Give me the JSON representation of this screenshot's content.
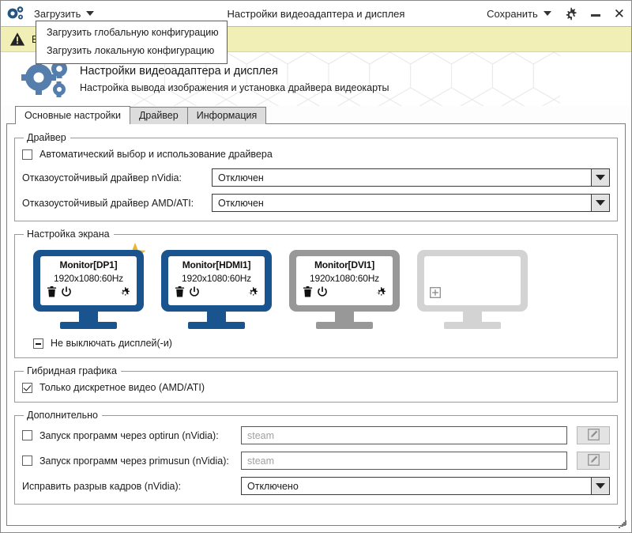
{
  "titlebar": {
    "app_icon": "gears-icon",
    "load_menu_label": "Загрузить",
    "window_title": "Настройки видеоадаптера и дисплея",
    "save_menu_label": "Сохранить",
    "settings_icon": "gear-icon",
    "minimize_icon": "minimize-icon",
    "close_icon": "close-icon"
  },
  "dropdown": {
    "items": [
      {
        "label": "Загрузить глобальную конфигурацию"
      },
      {
        "label": "Загрузить локальную конфигурацию"
      }
    ]
  },
  "banner": {
    "icon": "warning-icon",
    "text": "В",
    "bg_color": "#f2efb6"
  },
  "header": {
    "logo_icon": "gears-icon",
    "title": "Настройки видеоадаптера и дисплея",
    "subtitle": "Настройка вывода изображения и установка драйвера видеокарты"
  },
  "tabs": [
    {
      "label": "Основные настройки",
      "active": true
    },
    {
      "label": "Драйвер",
      "active": false
    },
    {
      "label": "Информация",
      "active": false
    }
  ],
  "driver_group": {
    "legend": "Драйвер",
    "auto_checkbox": {
      "label": "Автоматический выбор и использование драйвера",
      "state": "unchecked"
    },
    "nvidia": {
      "label": "Отказоустойчивый драйвер nVidia:",
      "value": "Отключен"
    },
    "amd": {
      "label": "Отказоустойчивый драйвер AMD/ATI:",
      "value": "Отключен"
    }
  },
  "screen_group": {
    "legend": "Настройка экрана",
    "monitors": [
      {
        "name": "Monitor[DP1]",
        "mode": "1920x1080:60Hz",
        "style": "blue",
        "primary": true,
        "icons": [
          "trash-icon",
          "power-icon",
          "gear-icon"
        ]
      },
      {
        "name": "Monitor[HDMI1]",
        "mode": "1920x1080:60Hz",
        "style": "blue",
        "primary": false,
        "icons": [
          "trash-icon",
          "power-icon",
          "gear-icon"
        ]
      },
      {
        "name": "Monitor[DVI1]",
        "mode": "1920x1080:60Hz",
        "style": "gray",
        "primary": false,
        "icons": [
          "trash-icon",
          "power-icon",
          "gear-icon"
        ]
      },
      {
        "name": "",
        "mode": "",
        "style": "empty",
        "primary": false,
        "icons": [
          "plus-icon"
        ]
      }
    ],
    "keep_on_checkbox": {
      "label": "Не выключать дисплей(-и)",
      "state": "indeterminate"
    }
  },
  "hybrid_group": {
    "legend": "Гибридная графика",
    "discrete_checkbox": {
      "label": "Только дискретное видео (AMD/ATI)",
      "state": "checked"
    }
  },
  "extra_group": {
    "legend": "Дополнительно",
    "optirun": {
      "label": "Запуск программ через optirun (nVidia):",
      "state": "unchecked",
      "placeholder": "steam",
      "value": "",
      "edit_icon": "edit-pencil-icon"
    },
    "primusrun": {
      "label": "Запуск программ через primusun (nVidia):",
      "state": "unchecked",
      "placeholder": "steam",
      "value": "",
      "edit_icon": "edit-pencil-icon"
    },
    "tearfix": {
      "label": "Исправить разрыв кадров (nVidia):",
      "value": "Отключено"
    }
  },
  "colors": {
    "monitor_blue": "#19548e",
    "monitor_gray": "#989898",
    "monitor_empty": "#d3d3d3",
    "star_gold": "#efb42a",
    "logo_blue": "#4f80b5"
  }
}
